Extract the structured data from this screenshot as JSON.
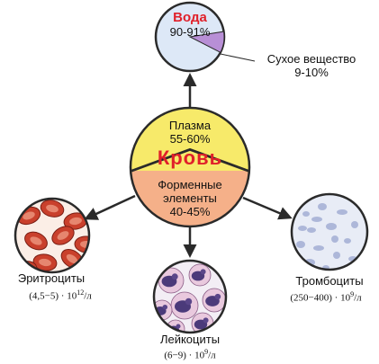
{
  "water": {
    "title": "Вода",
    "percent": "90-91%",
    "dry_label": "Сухое вещество",
    "dry_percent": "9-10%",
    "dry_share": 0.1
  },
  "plasma": {
    "title": "Плазма",
    "percent": "55-60%"
  },
  "blood": {
    "title": "Кровь"
  },
  "formed": {
    "title_line1": "Форменные",
    "title_line2": "элементы",
    "percent": "40-45%"
  },
  "erythrocytes": {
    "name": "Эритроциты",
    "count_base": "(4,5−5) · 10",
    "count_exp": "12",
    "count_unit": "/л"
  },
  "leukocytes": {
    "name": "Лейкоциты",
    "count_base": "(6−9) · 10",
    "count_exp": "9",
    "count_unit": "/л"
  },
  "platelets": {
    "name": "Тромбоциты",
    "count_base": "(250−400) · 10",
    "count_exp": "9",
    "count_unit": "/л"
  },
  "colors": {
    "plasma": "#f7ea6a",
    "formed": "#f5b089",
    "water": "#dde8f7",
    "dry": "#b88fd6",
    "accent_red": "#e0202a",
    "erythrocyte": "#c9402c",
    "platelet_bg": "#e8ecf6"
  }
}
